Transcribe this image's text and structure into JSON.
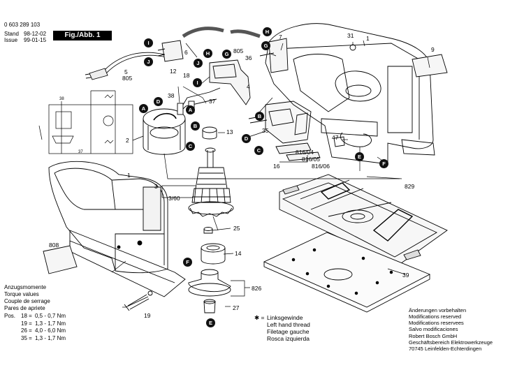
{
  "doc": {
    "number": "0 603 289 103",
    "stand_label": "Stand",
    "stand_date": "98-12-02",
    "issue_label": "Issue",
    "issue_date": "99-01-15",
    "fig_label": "Fig./Abb. 1"
  },
  "callouts": {
    "c1_top": "1",
    "c1_left": "1",
    "c2": "2",
    "c3": "3",
    "c3_60": "3/60",
    "c4": "4",
    "c5": "5",
    "c6": "6",
    "c7": "7",
    "c9": "9",
    "c12": "12",
    "c13": "13",
    "c14": "14",
    "c16": "16",
    "c18": "18",
    "c19": "19",
    "c25": "25",
    "c27": "27",
    "c31": "31",
    "c35": "35",
    "c36": "36",
    "c37": "37",
    "c38": "38",
    "c39": "39",
    "c47": "47",
    "c805a": "805",
    "c805b": "805",
    "c808": "808",
    "c816_04": "816/04",
    "c816_05": "816/05",
    "c816_06": "816/06",
    "c826": "826",
    "c829": "829",
    "circ38": "38",
    "circ37": "37"
  },
  "badges": {
    "A1": "A",
    "A2": "A",
    "B1": "B",
    "B2": "B",
    "C1": "C",
    "C2": "C",
    "D1": "D",
    "D2": "D",
    "E1": "E",
    "E2": "E",
    "F1": "F",
    "F2": "F",
    "G1": "G",
    "G2": "G",
    "H1": "H",
    "H2": "H",
    "I1": "I",
    "I2": "I",
    "J1": "J",
    "J2": "J"
  },
  "torque": {
    "lines": [
      "Anzugsmomente",
      "Torque values",
      "Couple de serrage",
      "Pares de apriete"
    ],
    "pos_label": "Pos.",
    "rows": [
      {
        "pos": "18 =",
        "range": "0,5 -",
        "value": "0,7 Nm"
      },
      {
        "pos": "19 =",
        "range": "1,3 -",
        "value": "1,7 Nm"
      },
      {
        "pos": "26 =",
        "range": "4,0 -",
        "value": "6,0 Nm"
      },
      {
        "pos": "35 =",
        "range": "1,3 -",
        "value": "1,7 Nm"
      }
    ]
  },
  "thread_legend": {
    "symbol": "✱ =",
    "lines": [
      "Linksgewinde",
      "Left hand thread",
      "Filetage gauche",
      "Rosca izquierda"
    ]
  },
  "footer": {
    "lines": [
      "Änderungen vorbehalten",
      "Modifications reserved",
      "Modifications reservees",
      "Salvo modificaciones"
    ],
    "company": [
      "Robert Bosch GmbH",
      "Geschäftsbereich Elektrowerkzeuge",
      "70745 Leinfelden-Echterdingen"
    ]
  },
  "icons": {
    "left_thread": "asterisk-icon"
  }
}
